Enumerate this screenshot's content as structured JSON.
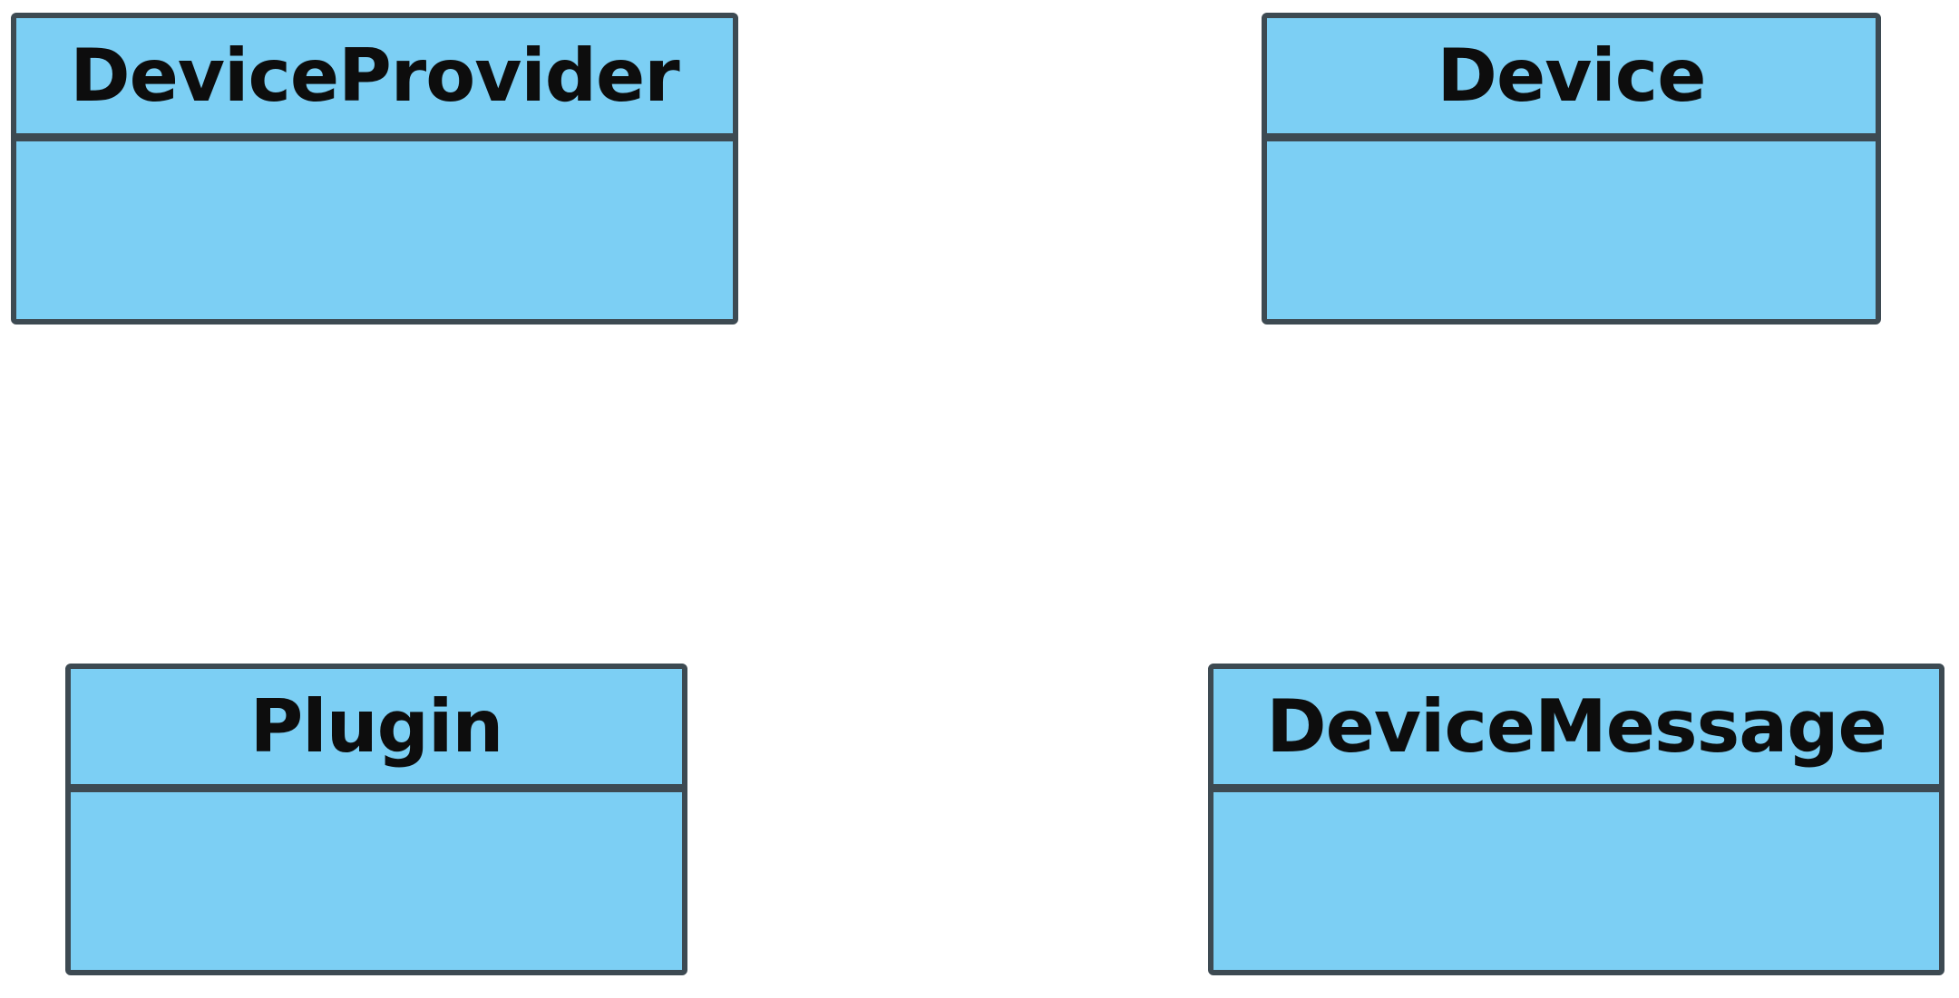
{
  "diagram": {
    "type": "uml-class-diagram",
    "fill_color": "#7ccff4",
    "border_color": "#3d4a52",
    "classes": [
      {
        "id": "deviceprovider",
        "name": "DeviceProvider",
        "attributes": []
      },
      {
        "id": "device",
        "name": "Device",
        "attributes": []
      },
      {
        "id": "plugin",
        "name": "Plugin",
        "attributes": []
      },
      {
        "id": "devicemessage",
        "name": "DeviceMessage",
        "attributes": []
      }
    ]
  }
}
